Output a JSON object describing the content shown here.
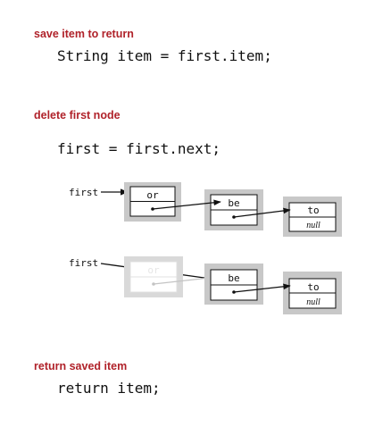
{
  "steps": {
    "save": {
      "heading": "save item to return",
      "code": "String item = first.item;"
    },
    "delete": {
      "heading": "delete first node",
      "code": "first = first.next;"
    },
    "return": {
      "heading": "return saved item",
      "code": "return item;"
    }
  },
  "before": {
    "pointer_label": "first",
    "nodes": [
      {
        "item": "or",
        "next": ""
      },
      {
        "item": "be",
        "next": ""
      },
      {
        "item": "to",
        "next": "null"
      }
    ]
  },
  "after": {
    "pointer_label": "first",
    "nodes": [
      {
        "item": "or",
        "next": "",
        "faded": true
      },
      {
        "item": "be",
        "next": ""
      },
      {
        "item": "to",
        "next": "null"
      }
    ]
  },
  "colors": {
    "heading": "#b0222a",
    "node_shadow": "#c8c8c8",
    "faded_node": "#d9d9d9",
    "faded_arrow": "#c4c4c4"
  }
}
